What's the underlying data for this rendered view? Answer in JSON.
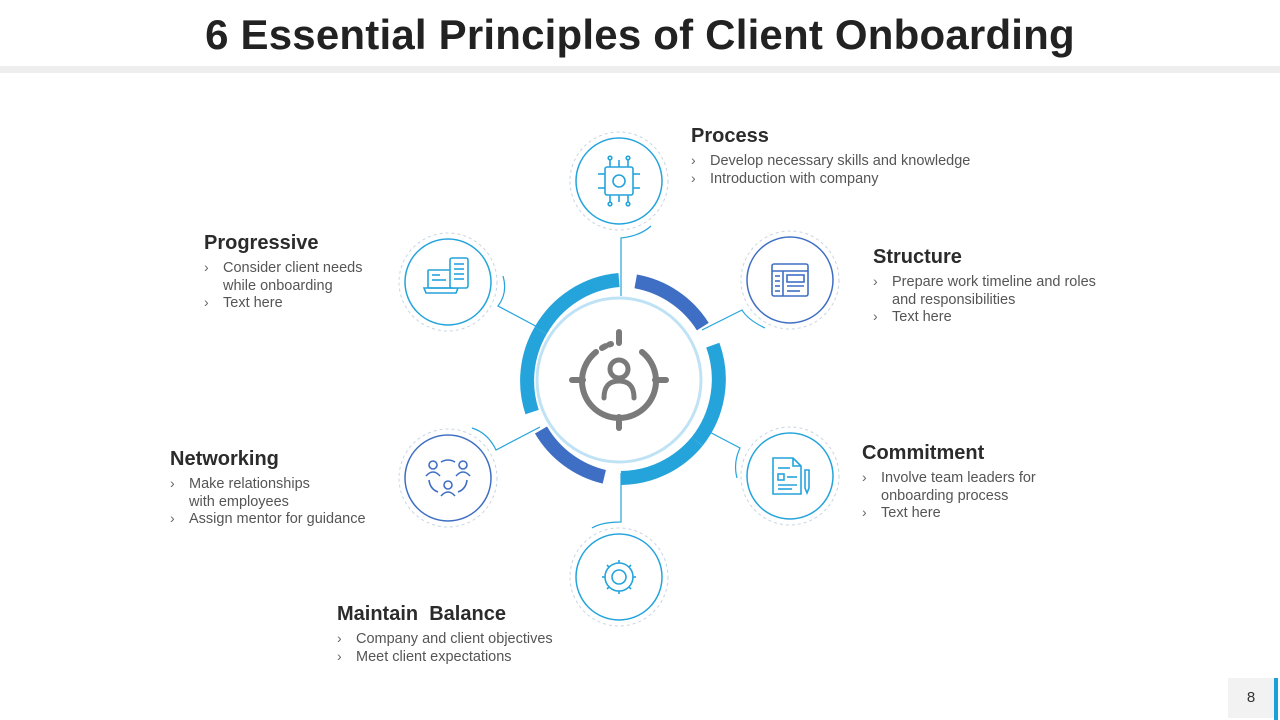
{
  "title": "6 Essential Principles of Client Onboarding",
  "page_number": "8",
  "colors": {
    "accent_light": "#25a4dc",
    "accent_dark": "#3f6fc4",
    "icon_gray": "#7a7a7a",
    "text": "#222222"
  },
  "center_icon": "target-user-icon",
  "principles": [
    {
      "title": "Process",
      "icon": "circuit-chip-icon",
      "bullets": [
        "Develop necessary skills and knowledge",
        "Introduction with company"
      ]
    },
    {
      "title": "Structure",
      "icon": "layout-window-icon",
      "bullets": [
        "Prepare work timeline and roles and responsibilities",
        "Text here"
      ]
    },
    {
      "title": "Commitment",
      "icon": "checklist-document-icon",
      "bullets": [
        "Involve team leaders for onboarding process",
        "Text here"
      ]
    },
    {
      "title": "Maintain  Balance",
      "icon": "gear-icon",
      "bullets": [
        "Company and client objectives",
        "Meet client expectations"
      ]
    },
    {
      "title": "Networking",
      "icon": "team-network-icon",
      "bullets": [
        "Make relationships with employees",
        "Assign mentor for guidance"
      ]
    },
    {
      "title": "Progressive",
      "icon": "laptop-phone-icon",
      "bullets": [
        "Consider client needs while onboarding",
        "Text here"
      ]
    }
  ]
}
